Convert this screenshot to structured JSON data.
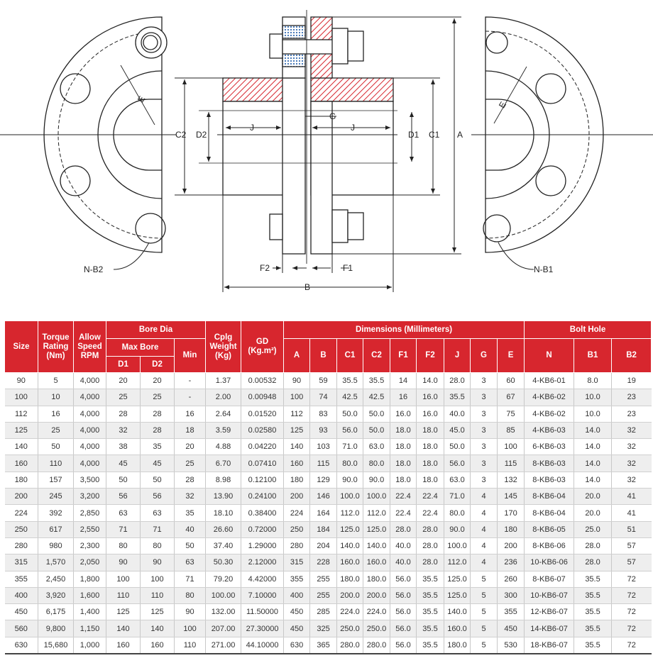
{
  "drawing": {
    "labels": {
      "A": "A",
      "B": "B",
      "C1": "C1",
      "C2": "C2",
      "D1": "D1",
      "D2": "D2",
      "J_left": "J",
      "J_right": "J",
      "G": "G",
      "F1": "F1",
      "F2": "F2",
      "E_left": "E",
      "E_right": "E",
      "NB1": "N-B1",
      "NB2": "N-B2"
    }
  },
  "table": {
    "headers": {
      "size": "Size",
      "torque": "Torque Rating (Nm)",
      "speed": "Allow Speed RPM",
      "bore_dia": "Bore Dia",
      "max_bore": "Max Bore",
      "d1": "D1",
      "d2": "D2",
      "min": "Min",
      "weight": "Cplg Weight (Kg)",
      "gd": "GD (Kg.m²)",
      "dimensions": "Dimensions (Millimeters)",
      "a": "A",
      "b": "B",
      "c1": "C1",
      "c2": "C2",
      "f1": "F1",
      "f2": "F2",
      "j": "J",
      "g": "G",
      "e": "E",
      "bolt_hole": "Bolt Hole",
      "n": "N",
      "b1": "B1",
      "b2": "B2"
    },
    "rows": [
      [
        "90",
        "5",
        "4,000",
        "20",
        "20",
        "-",
        "1.37",
        "0.00532",
        "90",
        "59",
        "35.5",
        "35.5",
        "14",
        "14.0",
        "28.0",
        "3",
        "60",
        "4-KB6-01",
        "8.0",
        "19"
      ],
      [
        "100",
        "10",
        "4,000",
        "25",
        "25",
        "-",
        "2.00",
        "0.00948",
        "100",
        "74",
        "42.5",
        "42.5",
        "16",
        "16.0",
        "35.5",
        "3",
        "67",
        "4-KB6-02",
        "10.0",
        "23"
      ],
      [
        "112",
        "16",
        "4,000",
        "28",
        "28",
        "16",
        "2.64",
        "0.01520",
        "112",
        "83",
        "50.0",
        "50.0",
        "16.0",
        "16.0",
        "40.0",
        "3",
        "75",
        "4-KB6-02",
        "10.0",
        "23"
      ],
      [
        "125",
        "25",
        "4,000",
        "32",
        "28",
        "18",
        "3.59",
        "0.02580",
        "125",
        "93",
        "56.0",
        "50.0",
        "18.0",
        "18.0",
        "45.0",
        "3",
        "85",
        "4-KB6-03",
        "14.0",
        "32"
      ],
      [
        "140",
        "50",
        "4,000",
        "38",
        "35",
        "20",
        "4.88",
        "0.04220",
        "140",
        "103",
        "71.0",
        "63.0",
        "18.0",
        "18.0",
        "50.0",
        "3",
        "100",
        "6-KB6-03",
        "14.0",
        "32"
      ],
      [
        "160",
        "110",
        "4,000",
        "45",
        "45",
        "25",
        "6.70",
        "0.07410",
        "160",
        "115",
        "80.0",
        "80.0",
        "18.0",
        "18.0",
        "56.0",
        "3",
        "115",
        "8-KB6-03",
        "14.0",
        "32"
      ],
      [
        "180",
        "157",
        "3,500",
        "50",
        "50",
        "28",
        "8.98",
        "0.12100",
        "180",
        "129",
        "90.0",
        "90.0",
        "18.0",
        "18.0",
        "63.0",
        "3",
        "132",
        "8-KB6-03",
        "14.0",
        "32"
      ],
      [
        "200",
        "245",
        "3,200",
        "56",
        "56",
        "32",
        "13.90",
        "0.24100",
        "200",
        "146",
        "100.0",
        "100.0",
        "22.4",
        "22.4",
        "71.0",
        "4",
        "145",
        "8-KB6-04",
        "20.0",
        "41"
      ],
      [
        "224",
        "392",
        "2,850",
        "63",
        "63",
        "35",
        "18.10",
        "0.38400",
        "224",
        "164",
        "112.0",
        "112.0",
        "22.4",
        "22.4",
        "80.0",
        "4",
        "170",
        "8-KB6-04",
        "20.0",
        "41"
      ],
      [
        "250",
        "617",
        "2,550",
        "71",
        "71",
        "40",
        "26.60",
        "0.72000",
        "250",
        "184",
        "125.0",
        "125.0",
        "28.0",
        "28.0",
        "90.0",
        "4",
        "180",
        "8-KB6-05",
        "25.0",
        "51"
      ],
      [
        "280",
        "980",
        "2,300",
        "80",
        "80",
        "50",
        "37.40",
        "1.29000",
        "280",
        "204",
        "140.0",
        "140.0",
        "40.0",
        "28.0",
        "100.0",
        "4",
        "200",
        "8-KB6-06",
        "28.0",
        "57"
      ],
      [
        "315",
        "1,570",
        "2,050",
        "90",
        "90",
        "63",
        "50.30",
        "2.12000",
        "315",
        "228",
        "160.0",
        "160.0",
        "40.0",
        "28.0",
        "112.0",
        "4",
        "236",
        "10-KB6-06",
        "28.0",
        "57"
      ],
      [
        "355",
        "2,450",
        "1,800",
        "100",
        "100",
        "71",
        "79.20",
        "4.42000",
        "355",
        "255",
        "180.0",
        "180.0",
        "56.0",
        "35.5",
        "125.0",
        "5",
        "260",
        "8-KB6-07",
        "35.5",
        "72"
      ],
      [
        "400",
        "3,920",
        "1,600",
        "110",
        "110",
        "80",
        "100.00",
        "7.10000",
        "400",
        "255",
        "200.0",
        "200.0",
        "56.0",
        "35.5",
        "125.0",
        "5",
        "300",
        "10-KB6-07",
        "35.5",
        "72"
      ],
      [
        "450",
        "6,175",
        "1,400",
        "125",
        "125",
        "90",
        "132.00",
        "11.50000",
        "450",
        "285",
        "224.0",
        "224.0",
        "56.0",
        "35.5",
        "140.0",
        "5",
        "355",
        "12-KB6-07",
        "35.5",
        "72"
      ],
      [
        "560",
        "9,800",
        "1,150",
        "140",
        "140",
        "100",
        "207.00",
        "27.30000",
        "450",
        "325",
        "250.0",
        "250.0",
        "56.0",
        "35.5",
        "160.0",
        "5",
        "450",
        "14-KB6-07",
        "35.5",
        "72"
      ],
      [
        "630",
        "15,680",
        "1,000",
        "160",
        "160",
        "110",
        "271.00",
        "44.10000",
        "630",
        "365",
        "280.0",
        "280.0",
        "56.0",
        "35.5",
        "180.0",
        "5",
        "530",
        "18-KB6-07",
        "35.5",
        "72"
      ]
    ]
  },
  "colors": {
    "accent": "#d7262e",
    "row_alt": "#eeeeee",
    "hatch": "#d7262e",
    "insert": "#3a6fb5"
  }
}
